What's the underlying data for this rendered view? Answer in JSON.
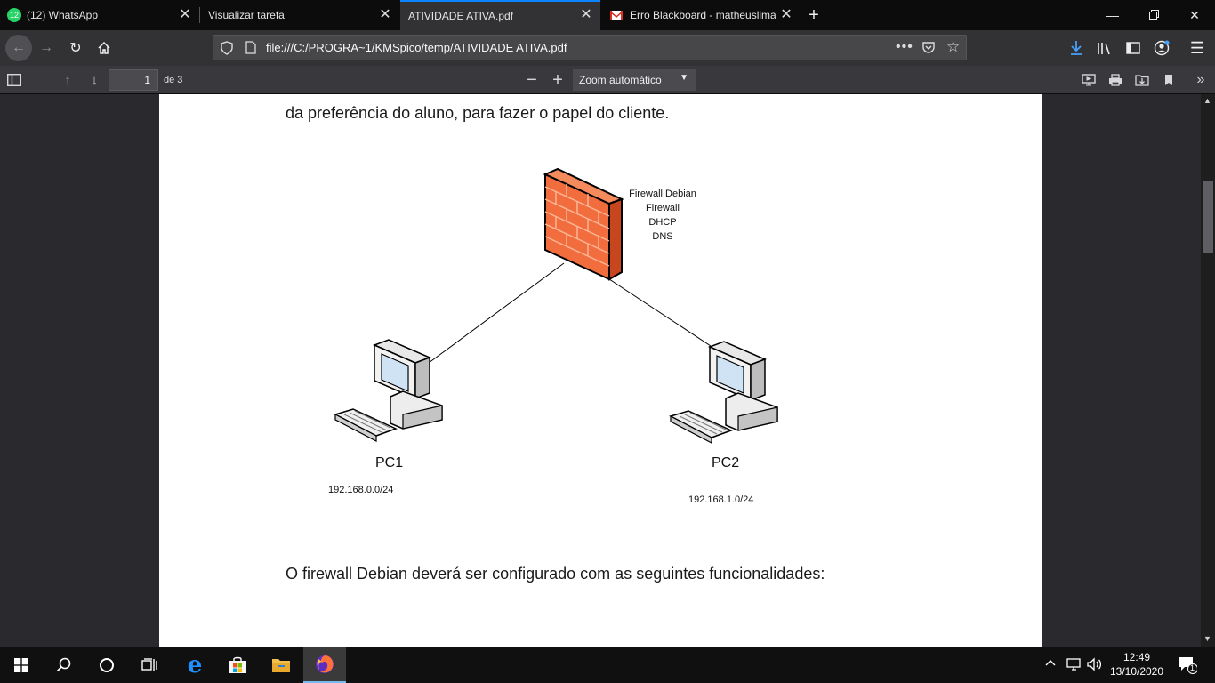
{
  "tabs": [
    {
      "label": "(12) WhatsApp",
      "badge": "12"
    },
    {
      "label": "Visualizar tarefa"
    },
    {
      "label": "ATIVIDADE ATIVA.pdf"
    },
    {
      "label": "Erro Blackboard - matheuslima"
    }
  ],
  "nav": {
    "url": "file:///C:/PROGRA~1/KMSpico/temp/ATIVIDADE ATIVA.pdf"
  },
  "pdf_toolbar": {
    "page_current": "1",
    "page_of": "de 3",
    "zoom": "Zoom automático"
  },
  "document": {
    "text_top": "da preferência do aluno, para fazer o papel do cliente.",
    "firewall_label_lines": [
      "Firewall Debian",
      "Firewall",
      "DHCP",
      "DNS"
    ],
    "pc1_label": "PC1",
    "pc1_ip": "192.168.0.0/24",
    "pc2_label": "PC2",
    "pc2_ip": "192.168.1.0/24",
    "text_bottom": "O firewall Debian deverá ser configurado com as seguintes funcionalidades:"
  },
  "taskbar": {
    "time": "12:49",
    "date": "13/10/2020",
    "notifications": "1"
  },
  "colors": {
    "accent": "#0a84ff",
    "firewall_brick": "#f26d3d",
    "whatsapp": "#25d366",
    "gmail": "#d93025"
  }
}
